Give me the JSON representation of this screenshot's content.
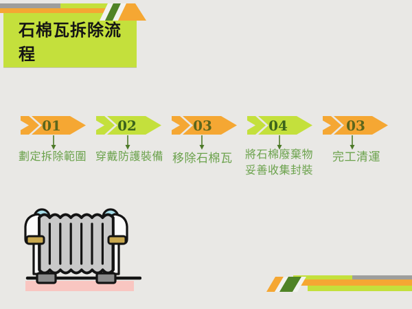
{
  "slide": {
    "title": "石棉瓦拆除流程",
    "background": "#e9e8e5"
  },
  "colors": {
    "orange": "#f5a733",
    "green": "#c4e03c",
    "dark_green_stripe": "#4f8326",
    "gray_bar": "#9e9e9c",
    "label_green": "#6ba24c",
    "connector_green": "#4c7a28",
    "number_on_orange": "#5c661c",
    "number_on_green": "#3c641c",
    "title_text": "#151515"
  },
  "steps": [
    {
      "number": "01",
      "label": "劃定拆除範圍",
      "color": "orange"
    },
    {
      "number": "02",
      "label": "穿戴防護裝備",
      "color": "green"
    },
    {
      "number": "03",
      "label": "移除石棉瓦",
      "color": "orange"
    },
    {
      "number": "04",
      "label": "將石棉廢棄物",
      "label_line2": "妥善收集封裝",
      "color": "green"
    },
    {
      "number": "03",
      "label": "完工清運",
      "color": "orange"
    }
  ],
  "illustration": {
    "name": "two-workers-carrying-corrugated-asbestos-sheet",
    "panel_color": "#c9c9c9",
    "helmet_color": "#a6dce8",
    "glove_color": "#c9a84f",
    "boot_color": "#8b8b8b",
    "ground_color": "#f9c6c1"
  }
}
